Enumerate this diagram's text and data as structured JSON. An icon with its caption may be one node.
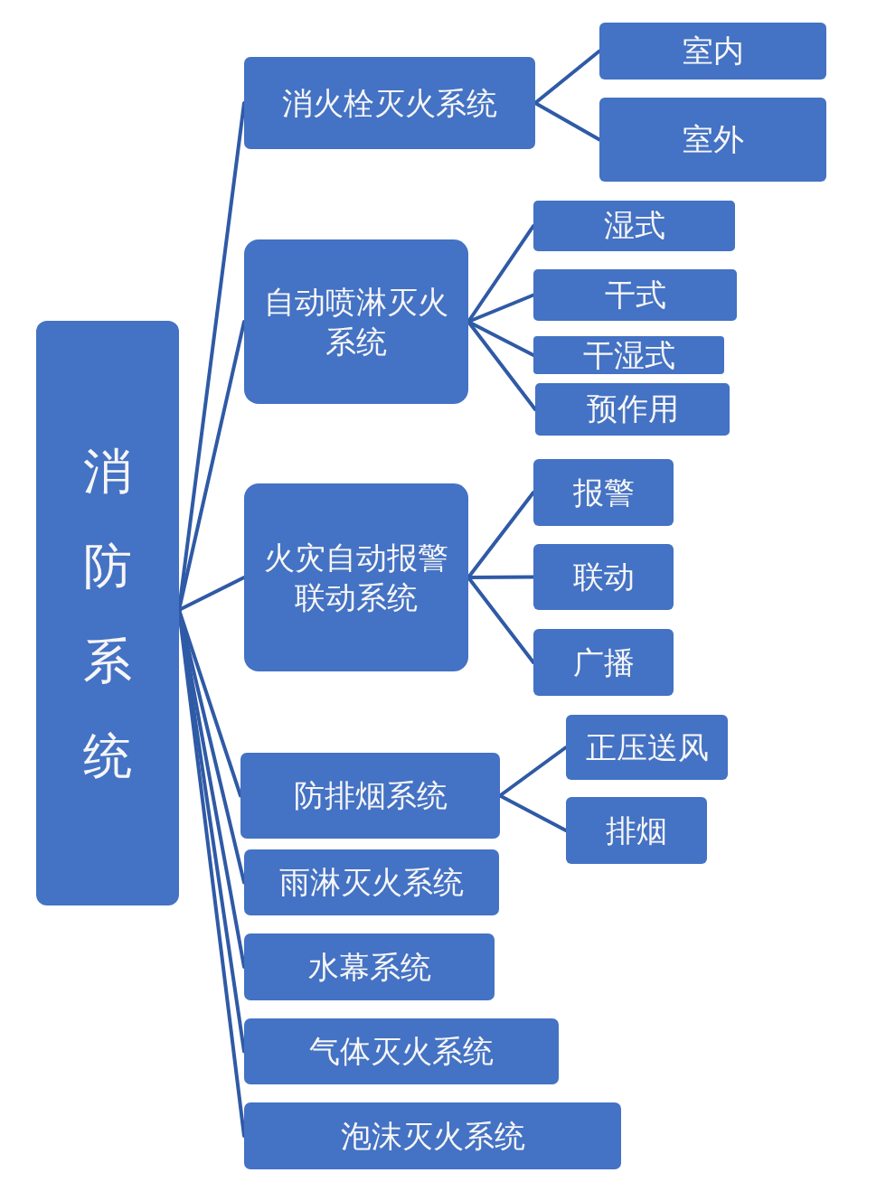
{
  "diagram": {
    "nodes": [
      {
        "text": [
          "消防系统"
        ]
      },
      {
        "text": [
          "消火栓灭火系统"
        ]
      },
      {
        "text": [
          "室内"
        ]
      },
      {
        "text": [
          "室外"
        ]
      },
      {
        "text": [
          "自动喷淋灭火系统"
        ]
      },
      {
        "text": [
          "湿式"
        ]
      },
      {
        "text": [
          "干式"
        ]
      },
      {
        "text": [
          "干湿式"
        ]
      },
      {
        "text": [
          "预作用"
        ]
      },
      {
        "text": [
          "火灾自动报警联动系统"
        ]
      },
      {
        "text": [
          "报警"
        ]
      },
      {
        "text": [
          "联动"
        ]
      },
      {
        "text": [
          "广播"
        ]
      },
      {
        "text": [
          "防排烟系统"
        ]
      },
      {
        "text": [
          "正压送风"
        ]
      },
      {
        "text": [
          "排烟"
        ]
      },
      {
        "text": [
          "雨淋灭火系统"
        ]
      },
      {
        "text": [
          "水幕系统"
        ]
      },
      {
        "text": [
          "气体灭火系统"
        ]
      },
      {
        "text": [
          "泡沫灭火系统"
        ]
      }
    ],
    "edges": [
      {
        "from": 0,
        "to": 1,
        "arrow": "none"
      },
      {
        "from": 0,
        "to": 4,
        "arrow": "none"
      },
      {
        "from": 0,
        "to": 9,
        "arrow": "none"
      },
      {
        "from": 0,
        "to": 13,
        "arrow": "none"
      },
      {
        "from": 0,
        "to": 16,
        "arrow": "none"
      },
      {
        "from": 0,
        "to": 17,
        "arrow": "none"
      },
      {
        "from": 0,
        "to": 18,
        "arrow": "none"
      },
      {
        "from": 0,
        "to": 19,
        "arrow": "none"
      },
      {
        "from": 1,
        "to": 2,
        "arrow": "none"
      },
      {
        "from": 1,
        "to": 3,
        "arrow": "none"
      },
      {
        "from": 4,
        "to": 5,
        "arrow": "none"
      },
      {
        "from": 4,
        "to": 6,
        "arrow": "none"
      },
      {
        "from": 4,
        "to": 7,
        "arrow": "none"
      },
      {
        "from": 4,
        "to": 8,
        "arrow": "none"
      },
      {
        "from": 9,
        "to": 10,
        "arrow": "none"
      },
      {
        "from": 9,
        "to": 11,
        "arrow": "none"
      },
      {
        "from": 9,
        "to": 12,
        "arrow": "none"
      },
      {
        "from": 13,
        "to": 14,
        "arrow": "none"
      },
      {
        "from": 13,
        "to": 15,
        "arrow": "none"
      }
    ]
  }
}
